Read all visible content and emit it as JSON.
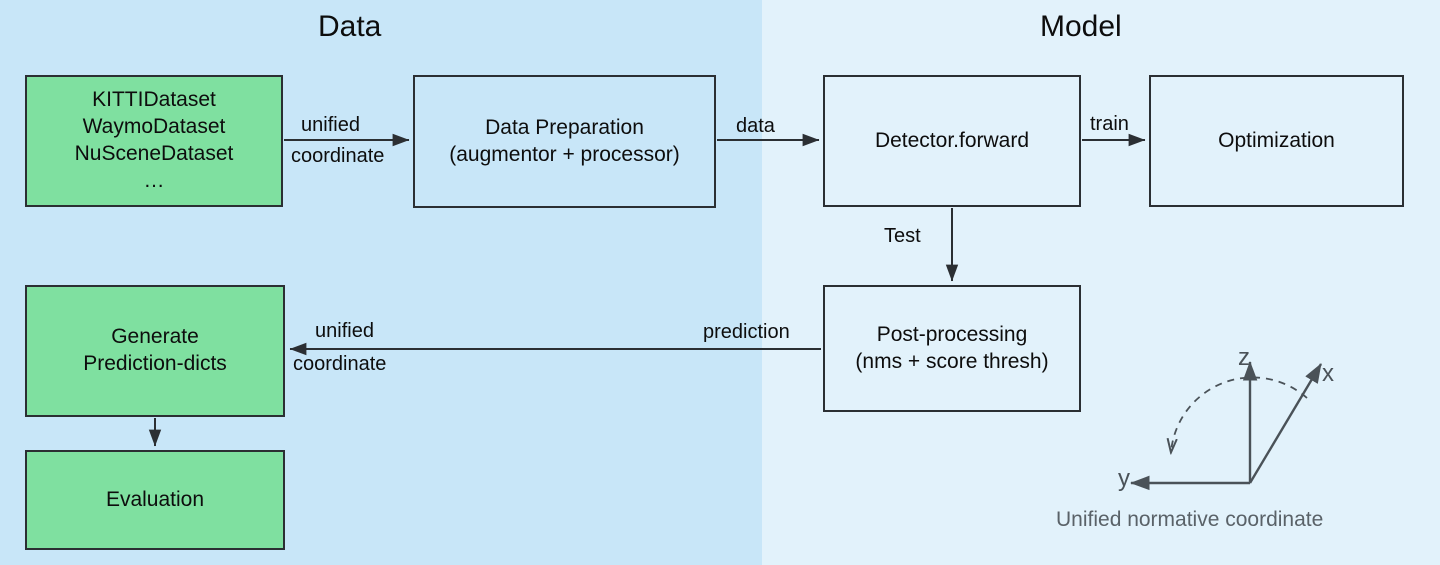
{
  "panels": {
    "data": {
      "title": "Data",
      "bg": "#c8e6f8"
    },
    "model": {
      "title": "Model",
      "bg": "#e2f2fb"
    }
  },
  "boxes": {
    "datasets": {
      "lines": [
        "KITTIDataset",
        "WaymoDataset",
        "NuSceneDataset",
        "…"
      ],
      "text": "KITTIDataset\nWaymoDataset\nNuSceneDataset\n…",
      "fill": "#7fe0a0"
    },
    "data_preparation": {
      "text": "Data Preparation\n(augmentor + processor)",
      "fill": "#c8e6f8"
    },
    "detector_forward": {
      "text": "Detector.forward",
      "fill": "#e2f2fb"
    },
    "optimization": {
      "text": "Optimization",
      "fill": "#e2f2fb"
    },
    "post_processing": {
      "text": "Post-processing\n(nms + score thresh)",
      "fill": "#e2f2fb"
    },
    "generate_prediction_dicts": {
      "text": "Generate\nPrediction-dicts",
      "fill": "#7fe0a0"
    },
    "evaluation": {
      "text": "Evaluation",
      "fill": "#7fe0a0"
    }
  },
  "edges": {
    "datasets_to_dataprep_line1": "unified",
    "datasets_to_dataprep_line2": "coordinate",
    "dataprep_to_detector": "data",
    "detector_to_optimization": "train",
    "detector_to_postproc": "Test",
    "postproc_to_genpred": "prediction",
    "postproc_to_genpred_line1": "unified",
    "postproc_to_genpred_line2": "coordinate"
  },
  "gizmo": {
    "axis_z": "z",
    "axis_x": "x",
    "axis_y": "y",
    "caption": "Unified normative coordinate",
    "color": "#4a5258"
  },
  "colors": {
    "green_fill": "#7fe0a0",
    "data_panel": "#c8e6f8",
    "model_panel": "#e2f2fb",
    "stroke": "#2b2f33",
    "gizmo_stroke": "#4a5258",
    "caption_text": "#5a6268"
  }
}
